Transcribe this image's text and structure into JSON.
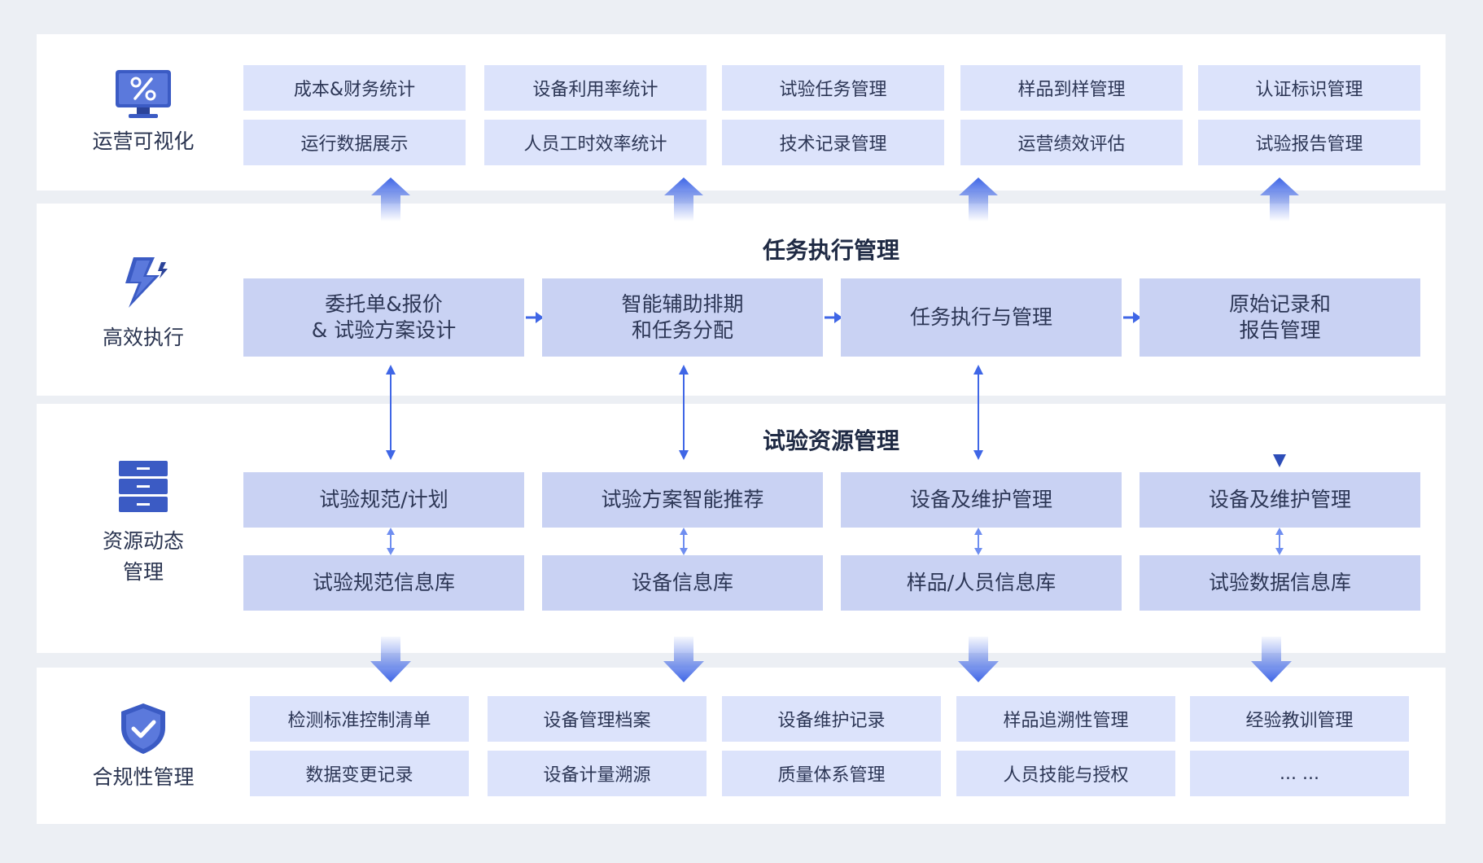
{
  "layers": {
    "visualization": {
      "label": "运营可视化"
    },
    "execution": {
      "label": "高效执行"
    },
    "resource": {
      "label_line1": "资源动态",
      "label_line2": "管理"
    },
    "compliance": {
      "label": "合规性管理"
    }
  },
  "visualization_items": [
    [
      "成本&财务统计",
      "设备利用率统计",
      "试验任务管理",
      "样品到样管理",
      "认证标识管理"
    ],
    [
      "运行数据展示",
      "人员工时效率统计",
      "技术记录管理",
      "运营绩效评估",
      "试验报告管理"
    ]
  ],
  "execution": {
    "title": "任务执行管理",
    "steps": [
      {
        "line1": "委托单&报价",
        "line2": "& 试验方案设计"
      },
      {
        "line1": "智能辅助排期",
        "line2": "和任务分配"
      },
      {
        "line1": "任务执行与管理",
        "line2": ""
      },
      {
        "line1": "原始记录和",
        "line2": "报告管理"
      }
    ]
  },
  "resource": {
    "title": "试验资源管理",
    "upper": [
      "试验规范/计划",
      "试验方案智能推荐",
      "设备及维护管理",
      "设备及维护管理"
    ],
    "lower": [
      "试验规范信息库",
      "设备信息库",
      "样品/人员信息库",
      "试验数据信息库"
    ]
  },
  "compliance_items": [
    [
      "检测标准控制清单",
      "设备管理档案",
      "设备维护记录",
      "样品追溯性管理",
      "经验教训管理"
    ],
    [
      "数据变更记录",
      "设备计量溯源",
      "质量体系管理",
      "人员技能与授权",
      "... ..."
    ]
  ],
  "colors": {
    "accent": "#3f66e6",
    "box_light": "#dce3fb",
    "box_mid": "#c9d2f3",
    "icon_blue": "#3b5bc4"
  }
}
